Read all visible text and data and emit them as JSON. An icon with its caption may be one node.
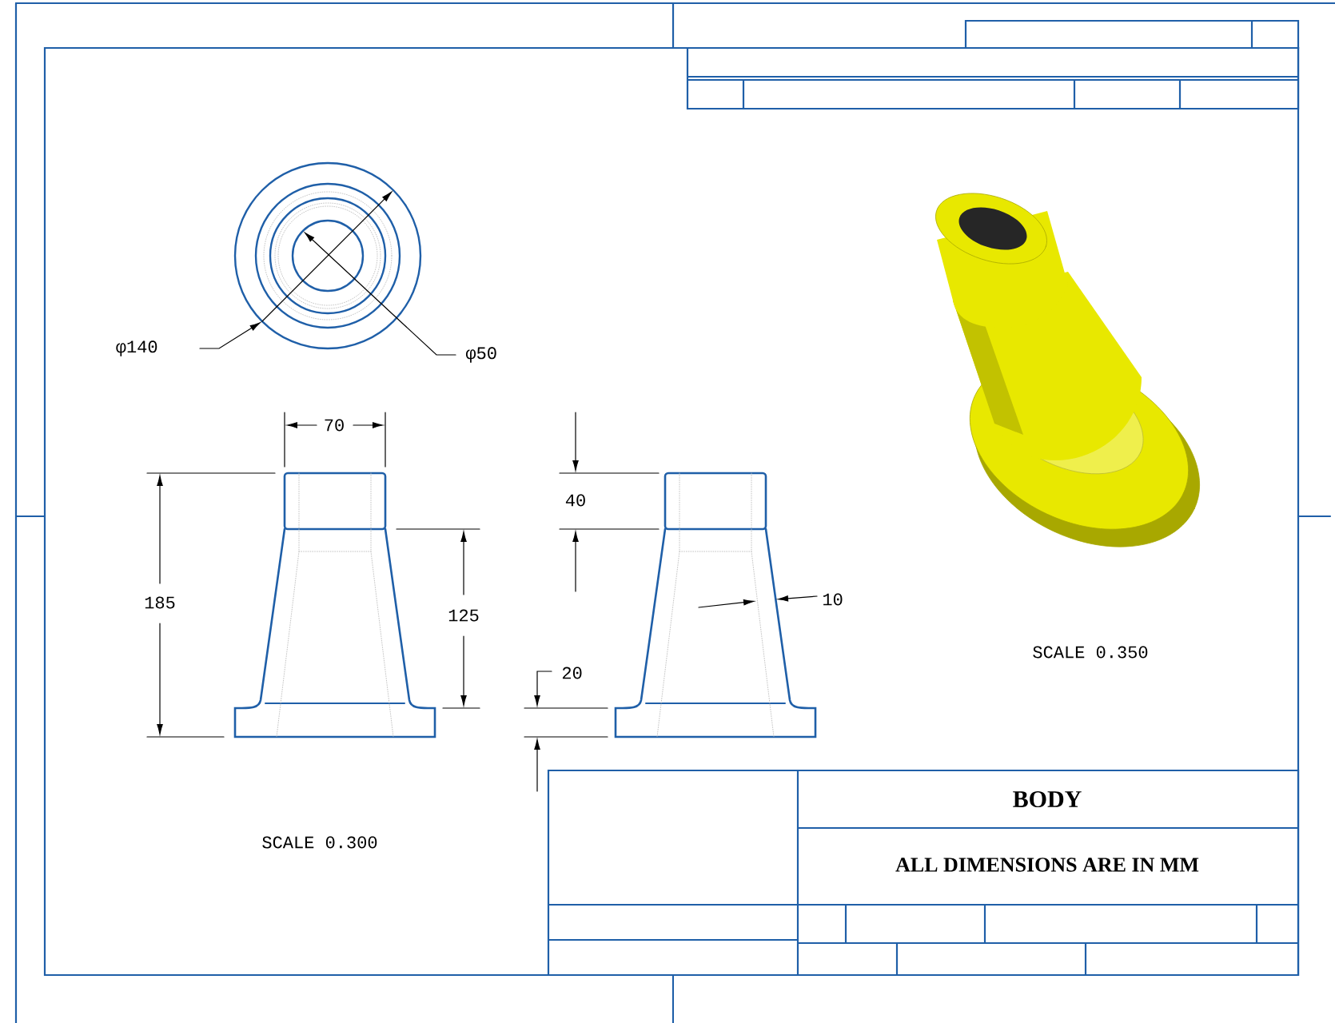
{
  "diagram": {
    "labels": [
      "φ140",
      "φ50",
      "70",
      "185",
      "125",
      "40",
      "10",
      "20",
      "SCALE 0.300",
      "SCALE 0.350",
      "BODY",
      "ALL DIMENSIONS ARE IN MM"
    ]
  }
}
